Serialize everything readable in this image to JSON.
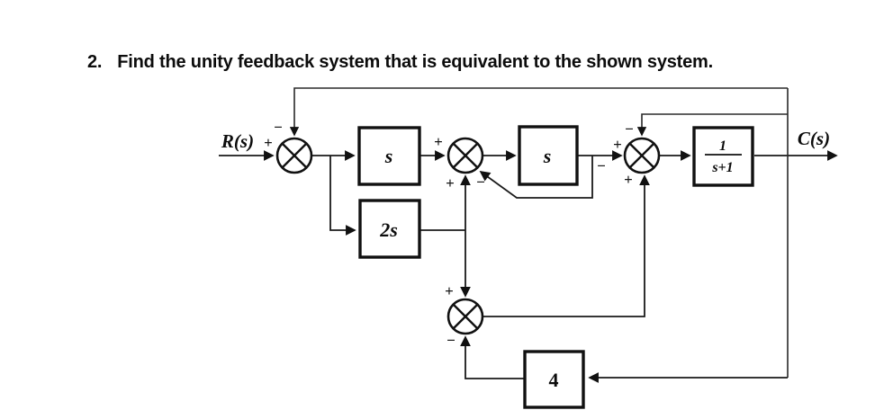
{
  "problem": {
    "number": "2.",
    "text": "Find the unity feedback system that is equivalent to the shown system."
  },
  "diagram": {
    "input_label": "R(s)",
    "output_label": "C(s)",
    "blocks": {
      "s1": "s",
      "s2": "s",
      "two_s": "2s",
      "four": "4",
      "frac_numerator": "1",
      "frac_denominator": "s+1"
    },
    "signs": {
      "sj1_left": "+",
      "sj1_top": "−",
      "sj2_left": "+",
      "sj2_bottom": "+",
      "sj2_feedback": "−",
      "s2_tap": "−",
      "sj3_left": "+",
      "sj3_top": "−",
      "sj3_bottom": "+",
      "sj4_top": "+",
      "sj4_bottom": "−"
    },
    "colors": {
      "line": "#1a1a1a",
      "background": "#ffffff"
    }
  }
}
